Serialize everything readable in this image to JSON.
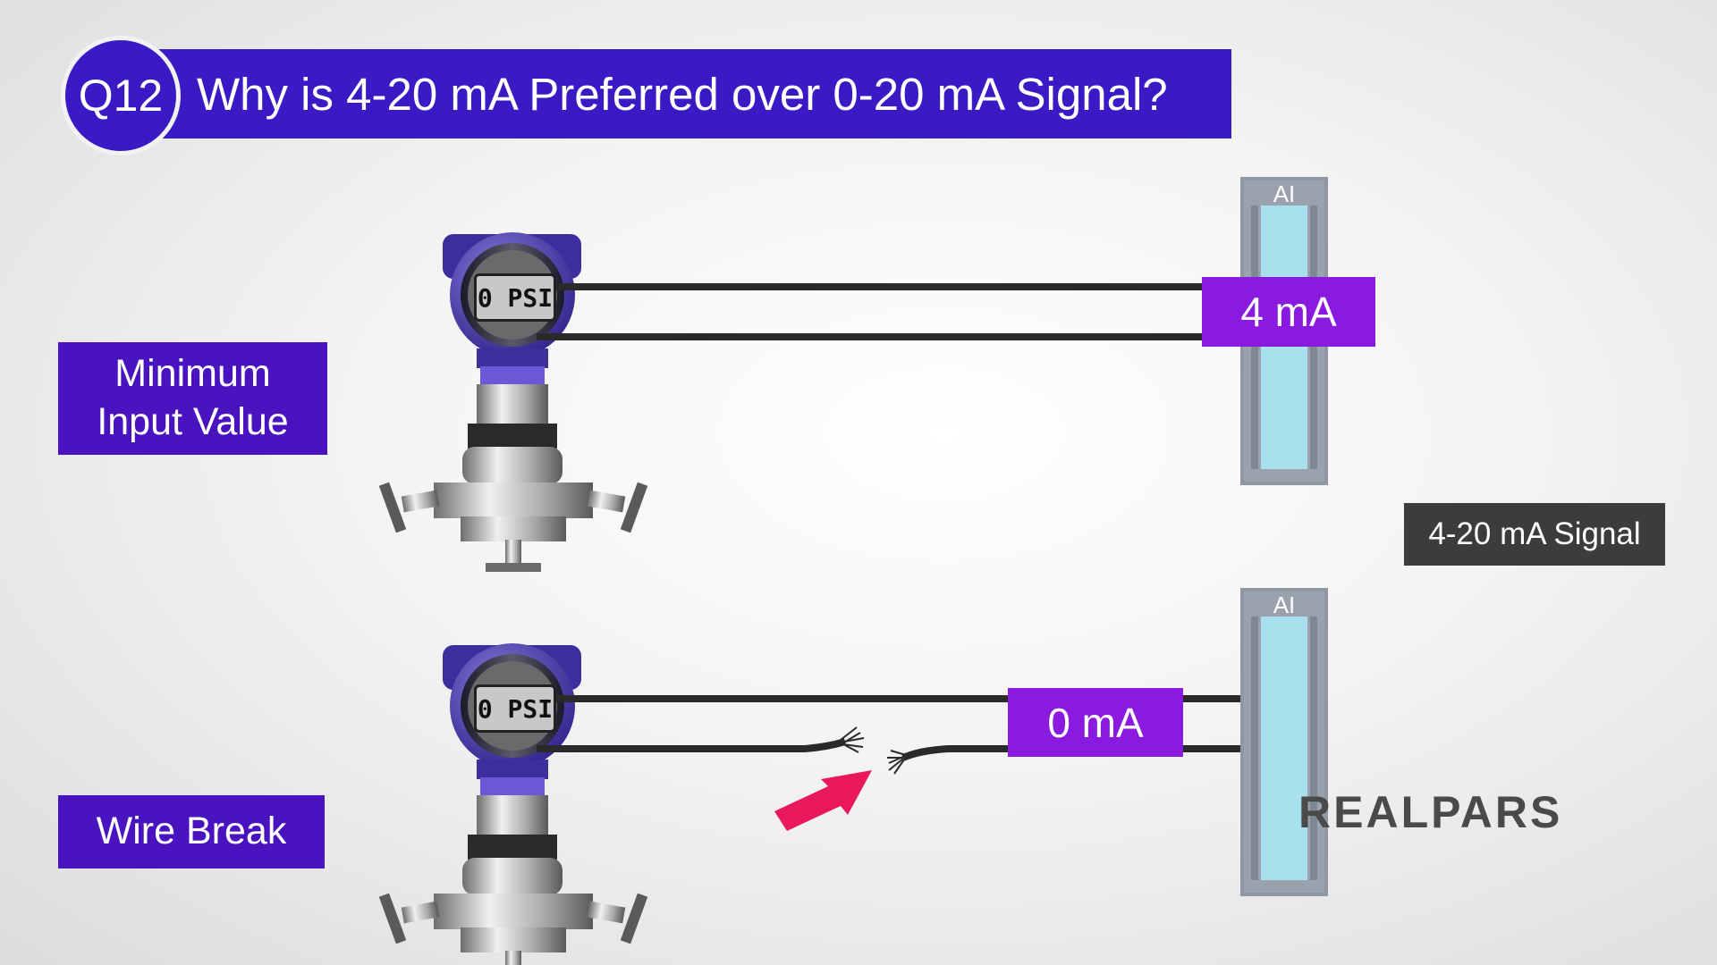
{
  "header": {
    "question_number": "Q12",
    "title": "Why is 4-20 mA Preferred over 0-20 mA Signal?"
  },
  "top_scenario": {
    "label": "Minimum Input Value",
    "display": "0 PSI",
    "module_label": "AI",
    "current": "4 mA"
  },
  "bottom_scenario": {
    "label": "Wire Break",
    "display": "0 PSI",
    "module_label": "AI",
    "current": "0 mA"
  },
  "signal_type": "4-20 mA Signal",
  "logo": "REALPARS",
  "colors": {
    "title_blue": "#3a1ac4",
    "label_purple": "#4a13c0",
    "value_purple": "#8a1ae0",
    "arrow_pink": "#e8185a",
    "module_gray": "#8e98a2",
    "led_cyan": "#a8e0ee"
  }
}
